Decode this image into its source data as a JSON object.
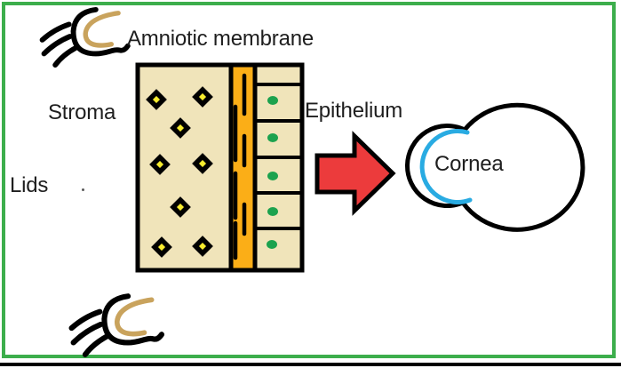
{
  "labels": {
    "amniotic_membrane": "Amniotic membrane",
    "stroma": "Stroma",
    "lids": "Lids",
    "epithelium": "Epithelium",
    "cornea": "Cornea"
  },
  "colors": {
    "frame_green": "#3cae4c",
    "background": "#ffffff",
    "outline_black": "#000000",
    "stroma_fill": "#f0e4ba",
    "basement_orange": "#fbae17",
    "diamond_yellow": "#f7ec2e",
    "dot_green": "#1ca24e",
    "arrow_red": "#ec3b3c",
    "cornea_cyan": "#29abe2",
    "lash_tan": "#c9a35d",
    "text": "#1e1e1e"
  },
  "membrane": {
    "stroma_diamond_count": 8,
    "epithelium_cell_count": 6,
    "epithelium_dot_count": 5
  }
}
